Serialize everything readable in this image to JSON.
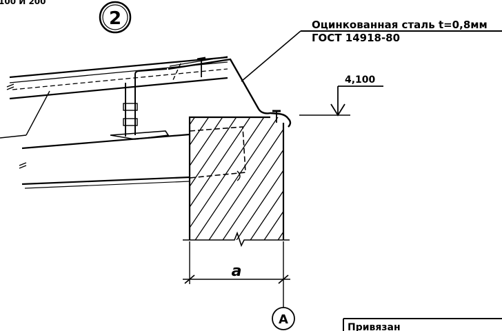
{
  "sheet": {
    "corner_text": "100 И 200",
    "detail_number": "2",
    "material_note": "Оцинкованная сталь t=0,8мм",
    "standard_note": "ГОСТ 14918-80",
    "elevation": "4,100",
    "dimension_label": "a",
    "axis_label": "A",
    "stamp_text": "Привязан"
  },
  "colors": {
    "ink": "#000000",
    "paper": "#ffffff"
  }
}
